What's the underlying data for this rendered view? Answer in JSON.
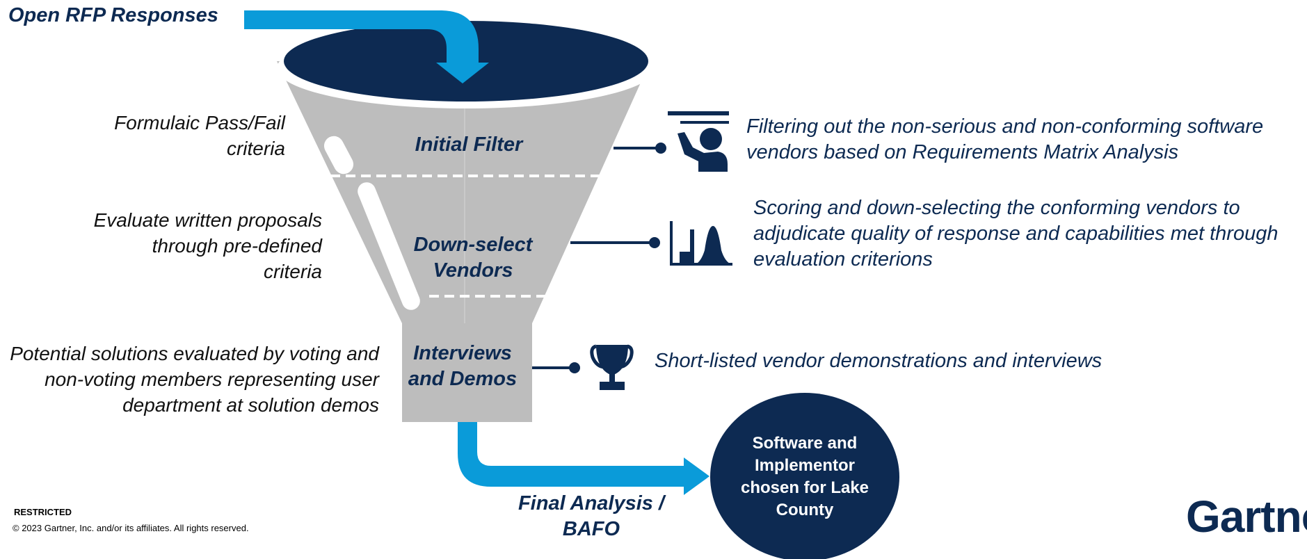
{
  "header": {
    "title": "Open RFP Responses"
  },
  "stages": [
    {
      "label": "Initial Filter"
    },
    {
      "label": "Down-select Vendors"
    },
    {
      "label": "Interviews and Demos"
    }
  ],
  "left_notes": [
    "Formulaic Pass/Fail criteria",
    "Evaluate written proposals through pre-defined criteria",
    "Potential solutions evaluated by voting and non-voting members representing user department at solution demos"
  ],
  "right_notes": [
    "Filtering out the non-serious and non-conforming software vendors based on Requirements Matrix Analysis",
    "Scoring and down-selecting the conforming vendors to adjudicate quality of response and capabilities met through evaluation criterions",
    "Short-listed vendor demonstrations and interviews"
  ],
  "icons": [
    "presenter-icon",
    "distribution-chart-icon",
    "trophy-icon"
  ],
  "final": {
    "label": "Final Analysis / BAFO"
  },
  "outcome": {
    "text": "Software and Implementor chosen for Lake County"
  },
  "footer": {
    "restricted": "RESTRICTED",
    "copyright": "© 2023 Gartner, Inc. and/or its affiliates. All rights reserved."
  },
  "brand": {
    "name": "Gartner"
  },
  "colors": {
    "navy": "#0d2a52",
    "accent_blue": "#0a9bd9",
    "funnel_gray": "#bdbdbd"
  }
}
